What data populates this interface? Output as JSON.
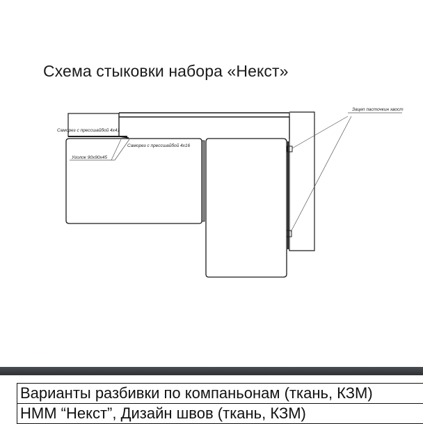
{
  "title": "Схема стыковки набора «Некст»",
  "drawing": {
    "labels": {
      "overlay_left": "Саморез с прессшайбой 4х41",
      "overlay_mid": "Саморез с прессшайбой 4х16",
      "corner": "Уголок 90х90х45",
      "latch": "Зацеп пасточкин хвост"
    },
    "colors": {
      "line": "#1a1a1a",
      "leader": "#555555",
      "gap_fill": "#8a8a8a"
    }
  },
  "footer": {
    "rows": [
      "Варианты разбивки по компаньонам (ткань, КЗМ)",
      "НММ “Некст”, Дизайн швов (ткань, КЗМ)"
    ],
    "bar_color": "#3a3c40"
  }
}
